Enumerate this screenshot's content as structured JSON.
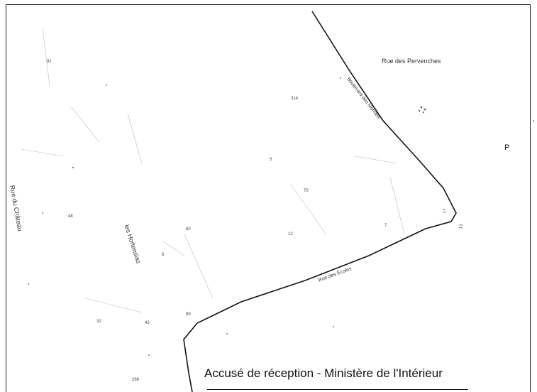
{
  "map": {
    "street_labels": {
      "rue_des_pervenches": "Rue des Pervenches",
      "rue_du_chateau": "Rue du Château",
      "les_hortensias": "les Hortensias",
      "boulevard_vertical": "Boulevard des Mondes",
      "road_lower": "Rue des Écoles"
    },
    "parcel_numbers": [
      "91",
      "314",
      "70",
      "12",
      "268",
      "89",
      "43",
      "48",
      "32",
      "17",
      "13",
      "60",
      "5",
      "6",
      "7"
    ],
    "marker": "P",
    "caption": "Accusé de réception - Ministère de l'Intérieur"
  }
}
